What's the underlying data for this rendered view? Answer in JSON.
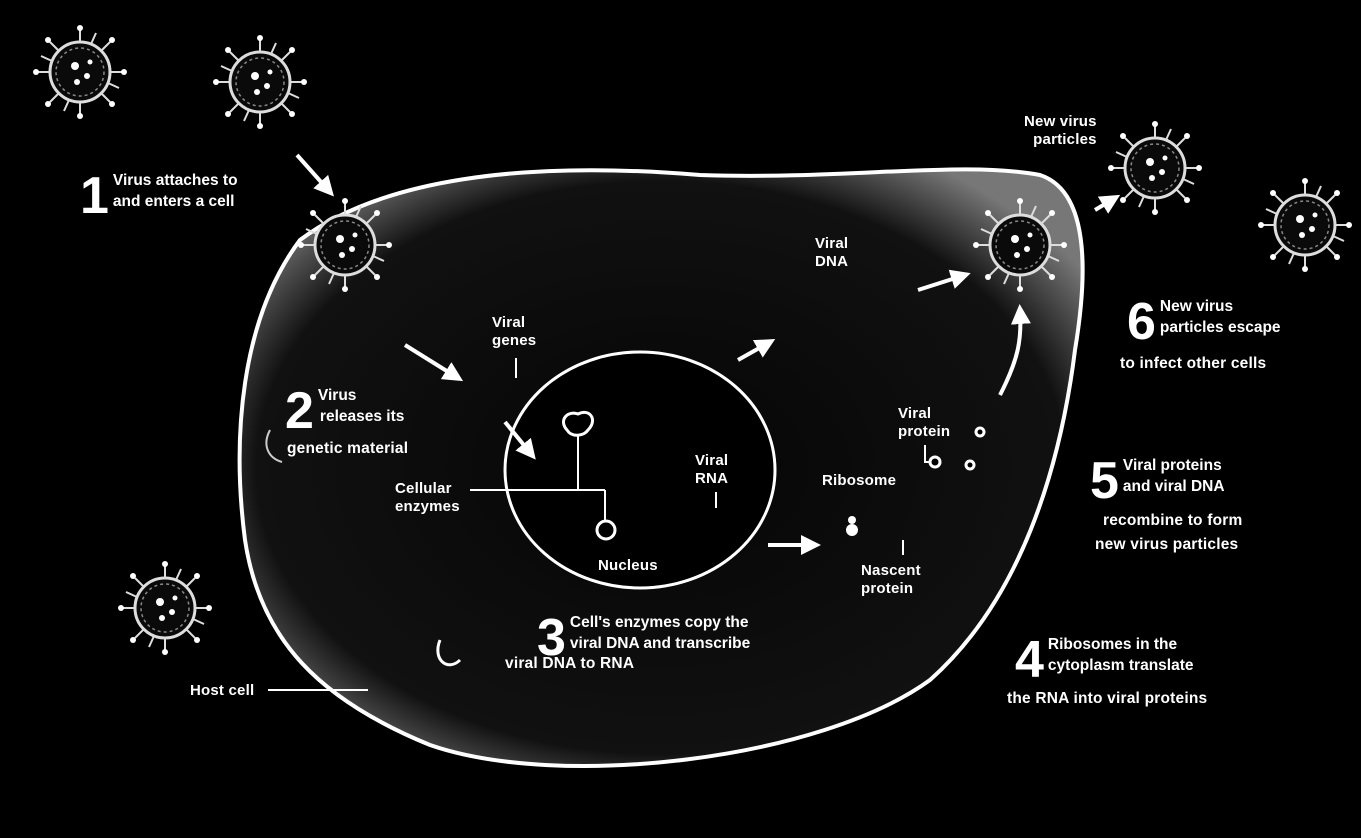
{
  "steps": [
    {
      "number": "1",
      "lines": [
        "Virus attaches to",
        "and enters a cell"
      ]
    },
    {
      "number": "2",
      "lines": [
        "Virus",
        "releases its",
        "genetic material"
      ]
    },
    {
      "number": "3",
      "lines": [
        "Cell's enzymes copy the",
        "viral DNA and transcribe",
        "viral DNA to RNA"
      ]
    },
    {
      "number": "4",
      "lines": [
        "Ribosomes in the",
        "cytoplasm translate",
        "the RNA into viral proteins"
      ]
    },
    {
      "number": "5",
      "lines": [
        "Viral proteins",
        "and viral DNA",
        "recombine to form",
        "new virus particles"
      ]
    },
    {
      "number": "6",
      "lines": [
        "New virus",
        "particles escape",
        "to infect other cells"
      ]
    }
  ],
  "labels": {
    "new_virus_particles": [
      "New virus",
      "particles"
    ],
    "viral_dna": [
      "Viral",
      "DNA"
    ],
    "viral_genes": [
      "Viral",
      "genes"
    ],
    "viral_rna": [
      "Viral",
      "RNA"
    ],
    "viral_protein": [
      "Viral",
      "protein"
    ],
    "ribosome": "Ribosome",
    "cellular_enzymes": [
      "Cellular",
      "enzymes"
    ],
    "nucleus": "Nucleus",
    "nascent_protein": [
      "Nascent",
      "protein"
    ],
    "host_cell": "Host cell"
  },
  "colors": {
    "background": "#000000",
    "foreground": "#ffffff"
  }
}
